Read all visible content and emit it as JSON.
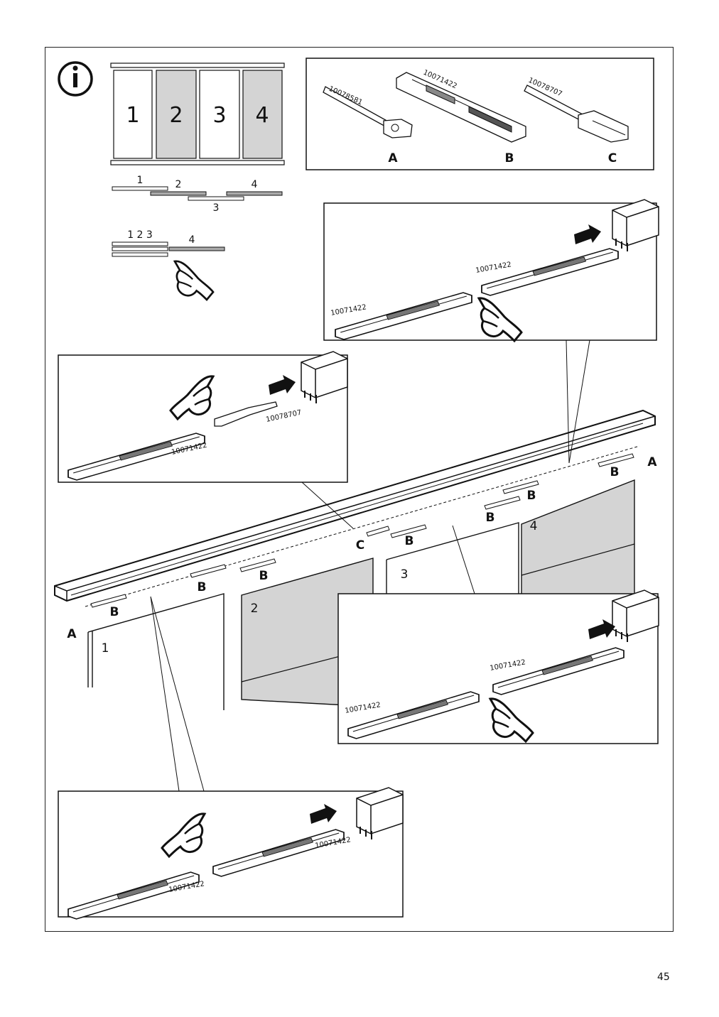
{
  "page": {
    "number": "45"
  },
  "info_icon": {
    "name": "info-icon"
  },
  "panel_diagram": {
    "panels": [
      "1",
      "2",
      "3",
      "4"
    ],
    "layout_labels": {
      "l1": "1",
      "l2": "2",
      "l3": "3",
      "l4": "4"
    },
    "stack_labels": {
      "top": "1 2 3",
      "side": "4"
    }
  },
  "parts": {
    "A": {
      "label": "A",
      "code": "10078581"
    },
    "B": {
      "label": "B",
      "code": "10071422"
    },
    "C": {
      "label": "C",
      "code": "10078707"
    }
  },
  "details": {
    "top_right": {
      "codes": [
        "10071422",
        "10071422"
      ]
    },
    "left": {
      "codes": [
        "10078707",
        "10071422"
      ]
    },
    "mid_right": {
      "codes": [
        "10071422",
        "10071422"
      ]
    },
    "bottom": {
      "codes": [
        "10071422",
        "10071422"
      ]
    }
  },
  "main": {
    "part_labels": {
      "A_left": "A",
      "B_1": "B",
      "B_2": "B",
      "B_3": "B",
      "C": "C",
      "B_4": "B",
      "B_5": "B",
      "B_6": "B",
      "B_7": "B",
      "A_right": "A"
    },
    "door_labels": {
      "d1": "1",
      "d2": "2",
      "d3": "3",
      "d4": "4"
    }
  },
  "colors": {
    "door_fill": "#d4d4d4",
    "line": "#111111",
    "arrow": "#111111"
  }
}
